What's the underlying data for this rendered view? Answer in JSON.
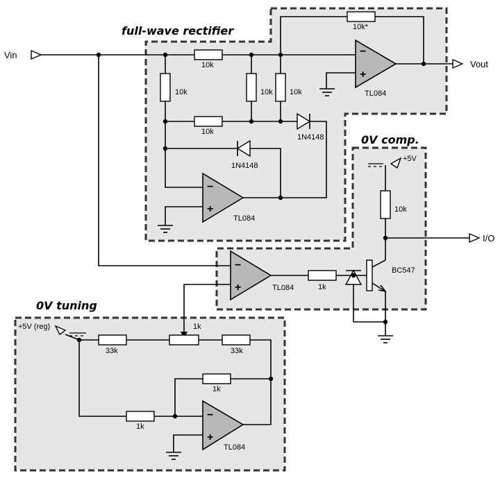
{
  "titles": {
    "rectifier": "full-wave rectifier",
    "comp": "0V comp.",
    "tuning": "0V tuning"
  },
  "ports": {
    "vin": "Vin",
    "vout": "Vout",
    "io": "I/O",
    "plus5v": "+5V",
    "plus5v_reg": "+5V (reg)"
  },
  "resistors": {
    "r_feedback_top": "10k*",
    "r_in_top": "10k",
    "r_vert_1": "10k",
    "r_vert_2": "10k",
    "r_vert_3": "10k",
    "r_mid": "10k",
    "r_comp_pullup": "10k",
    "r_base": "1k",
    "r_tune_left": "33k",
    "r_tune_pot": "1k",
    "r_tune_right": "33k",
    "r_tune_fb": "1k",
    "r_tune_in": "1k"
  },
  "diodes": {
    "d1": "1N4148",
    "d2": "1N4148"
  },
  "opamps": {
    "u1": "TL084",
    "u2": "TL084",
    "u3": "TL084",
    "u4": "TL084"
  },
  "opamp_pins": {
    "minus": "−",
    "plus": "+"
  },
  "transistor": "BC547"
}
